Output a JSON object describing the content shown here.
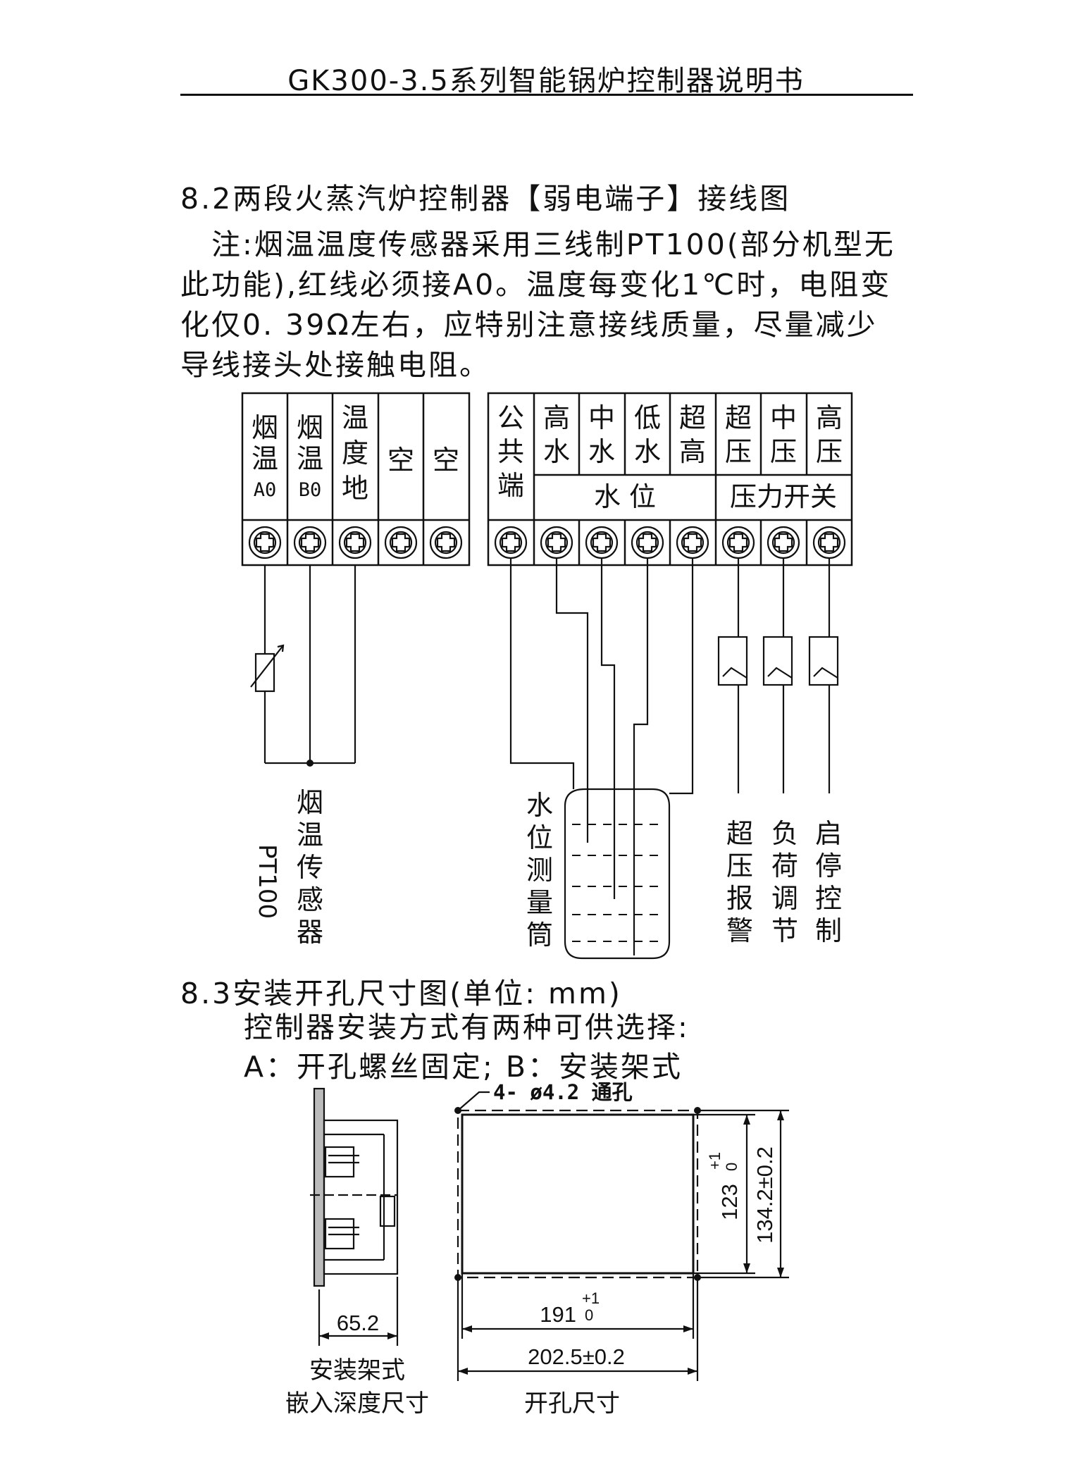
{
  "header": {
    "title": "GK300-3.5系列智能锅炉控制器说明书"
  },
  "section_8_2": {
    "heading": "8.2两段火蒸汽炉控制器【弱电端子】接线图",
    "note_lines": [
      "　注:烟温温度传感器采用三线制PT100(部分机型无",
      "此功能),红线必须接A0。温度每变化1℃时，电阻变",
      "化仅0. 39Ω左右，应特别注意接线质量，尽量减少",
      "导线接头处接触电阻。"
    ],
    "block_left": {
      "terminals": [
        {
          "lines": [
            "烟",
            "温",
            "A0"
          ]
        },
        {
          "lines": [
            "烟",
            "温",
            "B0"
          ]
        },
        {
          "lines": [
            "温",
            "度",
            "地"
          ]
        },
        {
          "lines": [
            "空"
          ]
        },
        {
          "lines": [
            "空"
          ]
        }
      ]
    },
    "block_right": {
      "terminals": [
        {
          "lines": [
            "公",
            "共",
            "端"
          ]
        },
        {
          "lines": [
            "高",
            "水"
          ]
        },
        {
          "lines": [
            "中",
            "水"
          ]
        },
        {
          "lines": [
            "低",
            "水"
          ]
        },
        {
          "lines": [
            "超",
            "高"
          ]
        },
        {
          "lines": [
            "超",
            "压"
          ]
        },
        {
          "lines": [
            "中",
            "压"
          ]
        },
        {
          "lines": [
            "高",
            "压"
          ]
        }
      ],
      "group_water_level": "水 位",
      "group_pressure_switch": "压力开关"
    },
    "labels": {
      "pt100": "PT100",
      "flue_sensor": [
        "烟",
        "温",
        "传",
        "感",
        "器"
      ],
      "water_gauge": [
        "水",
        "位",
        "测",
        "量",
        "筒"
      ],
      "overpressure_alarm": [
        "超",
        "压",
        "报",
        "警"
      ],
      "load_adjust": [
        "负",
        "荷",
        "调",
        "节"
      ],
      "start_stop": [
        "启",
        "停",
        "控",
        "制"
      ]
    }
  },
  "section_8_3": {
    "heading": "8.3安装开孔尺寸图(单位: mm)",
    "line1": "控制器安装方式有两种可供选择:",
    "line2": "A：开孔螺丝固定; B：安装架式",
    "hole_note": "4- ø4.2 通孔",
    "dims": {
      "depth": "65.2",
      "inner_width": "191",
      "inner_height": "123",
      "tol_plus": "+1",
      "tol_zero": "0",
      "outer_width": "202.5±0.2",
      "outer_height": "134.2±0.2"
    },
    "caption_left": [
      "安装架式",
      "嵌入深度尺寸"
    ],
    "caption_right": "开孔尺寸"
  }
}
